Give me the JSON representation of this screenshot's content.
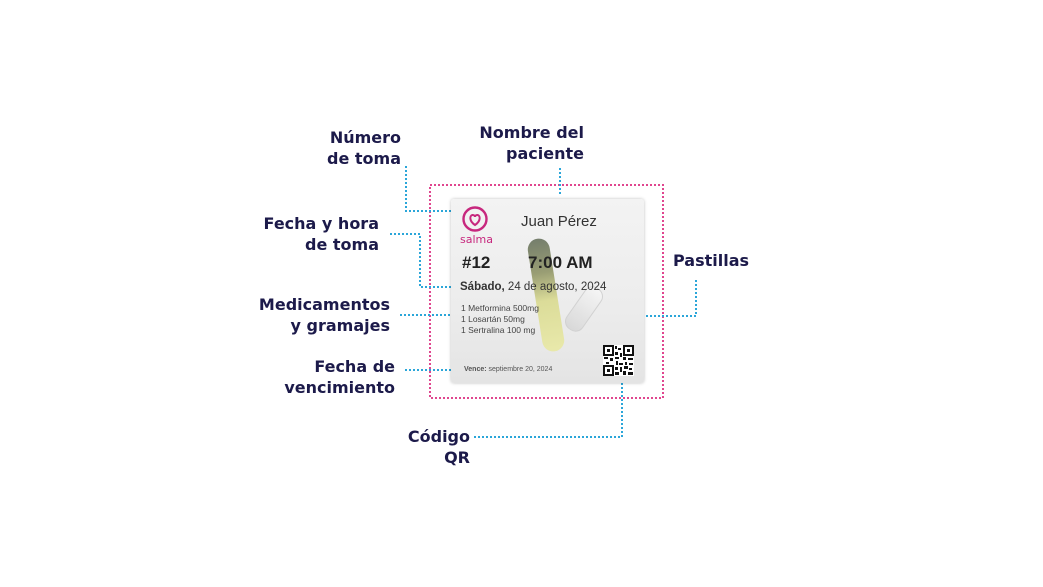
{
  "callouts": {
    "numero_toma": [
      "Número",
      "de toma"
    ],
    "nombre_paciente": [
      "Nombre del",
      "paciente"
    ],
    "fecha_hora": [
      "Fecha y hora",
      "de toma"
    ],
    "medicamentos": [
      "Medicamentos",
      "y gramajes"
    ],
    "fecha_vencimiento": [
      "Fecha de",
      "vencimiento"
    ],
    "codigo_qr": [
      "Código",
      "QR"
    ],
    "pastillas": "Pastillas"
  },
  "pack": {
    "brand": "salma",
    "patient_name": "Juan Pérez",
    "dose_number": "#12",
    "time": "7:00 AM",
    "day": "Sábado,",
    "date": " 24 de agosto, 2024",
    "medications": [
      "1 Metformina 500mg",
      "1 Losartán 50mg",
      "1 Sertralina 100 mg"
    ],
    "expiry_label": "Vence:",
    "expiry_date": " septiembre 20, 2024"
  },
  "colors": {
    "label_text": "#1c1a4a",
    "pink_frame": "#e0468f",
    "blue_leader": "#2ba6d9",
    "brand": "#c7287e"
  },
  "icons": {
    "logo": "heart-logo-icon",
    "qr": "qr-code-icon"
  }
}
